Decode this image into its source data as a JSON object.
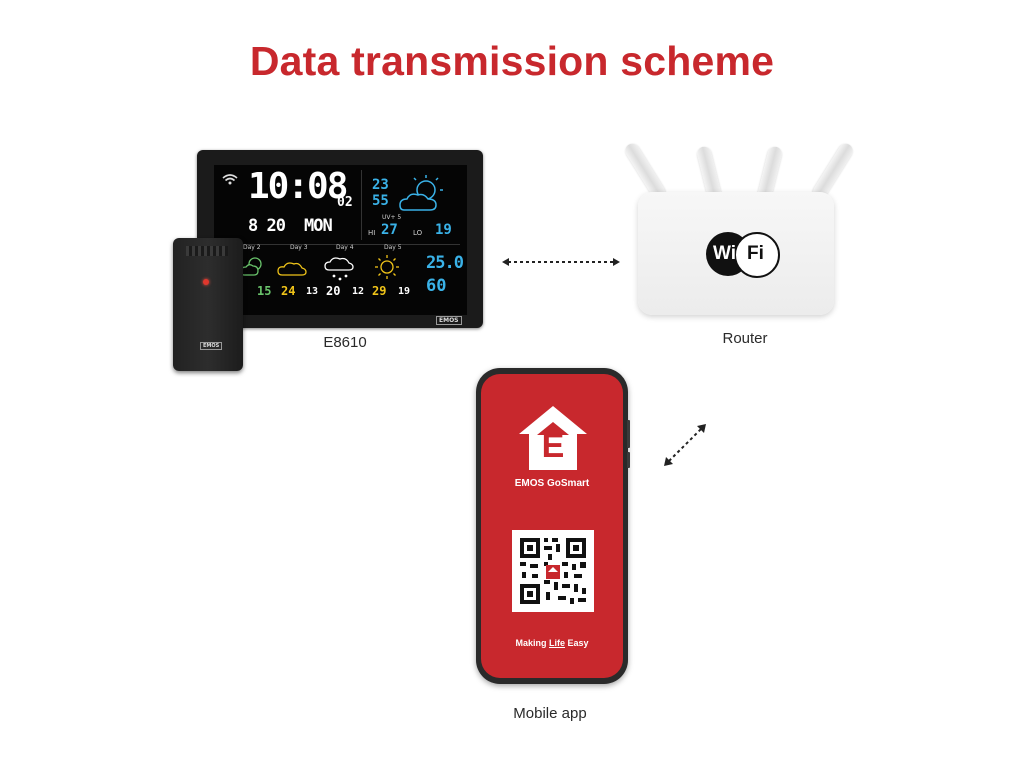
{
  "title": "Data transmission scheme",
  "nodes": {
    "station": {
      "label": "E8610"
    },
    "router": {
      "label": "Router",
      "wifi_left": "Wi",
      "wifi_right": "Fi"
    },
    "mobile": {
      "label": "Mobile app",
      "app_name": "EMOS GoSmart",
      "slogan_prefix": "Making ",
      "slogan_emph": "Life",
      "slogan_suffix": " Easy",
      "logo_letter": "E"
    }
  },
  "station_display": {
    "time": "10:08",
    "seconds": "02",
    "date": "8 20",
    "weekday": "MON",
    "indoor_temp": "23",
    "indoor_hum": "55",
    "uv": "UV+ 5",
    "hi_label": "HI",
    "hi_value": "27",
    "lo_label": "LO",
    "lo_value": "19",
    "outdoor_temp": "25.0",
    "outdoor_hum": "60",
    "brand": "EMOS",
    "forecast": [
      {
        "day": "Day 2",
        "hi": "15",
        "lo": ""
      },
      {
        "day": "Day 3",
        "hi": "24",
        "lo": "13"
      },
      {
        "day": "Day 4",
        "hi": "20",
        "lo": "12"
      },
      {
        "day": "Day 5",
        "hi": "29",
        "lo": "19"
      }
    ]
  },
  "sensor": {
    "brand": "EMOS"
  },
  "links": [
    {
      "from": "station",
      "to": "router",
      "style": "dotted",
      "bidirectional": true
    },
    {
      "from": "router",
      "to": "mobile",
      "style": "dotted",
      "bidirectional": true
    }
  ],
  "colors": {
    "title": "#c8282d",
    "app_red": "#c8282d",
    "lcd_blue": "#3ab2e8",
    "lcd_yellow": "#f0c419"
  }
}
